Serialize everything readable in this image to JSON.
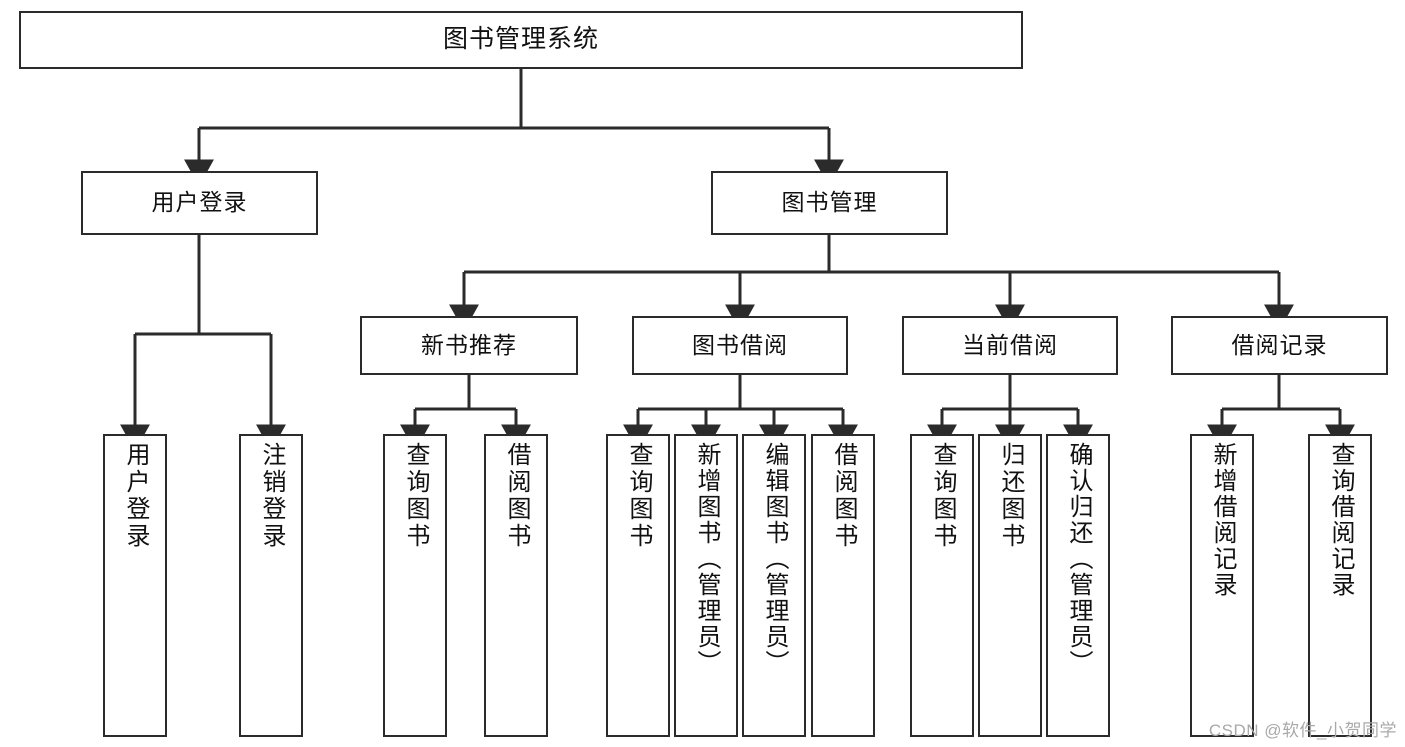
{
  "diagram": {
    "title": "图书管理系统",
    "type": "tree-hierarchy-chart",
    "orientation": "top-down",
    "colors": {
      "border": "#2b2b2b",
      "fill": "#ffffff",
      "text": "#111111",
      "edge": "#2b2b2b",
      "watermark": "#a9a9a9",
      "background": "#ffffff"
    },
    "root": {
      "label": "图书管理系统"
    },
    "level1": [
      {
        "label": "用户登录"
      },
      {
        "label": "图书管理"
      }
    ],
    "level2": [
      {
        "label": "新书推荐",
        "parent": "图书管理"
      },
      {
        "label": "图书借阅",
        "parent": "图书管理"
      },
      {
        "label": "当前借阅",
        "parent": "图书管理"
      },
      {
        "label": "借阅记录",
        "parent": "图书管理"
      }
    ],
    "leaves": {
      "user_login": [
        {
          "label": "用户登录"
        },
        {
          "label": "注销登录"
        }
      ],
      "new_book_recommend": [
        {
          "label": "查询图书"
        },
        {
          "label": "借阅图书"
        }
      ],
      "book_borrow": [
        {
          "label": "查询图书"
        },
        {
          "label": "新增图书（管理员）"
        },
        {
          "label": "编辑图书（管理员）"
        },
        {
          "label": "借阅图书"
        }
      ],
      "current_borrow": [
        {
          "label": "查询图书"
        },
        {
          "label": "归还图书"
        },
        {
          "label": "确认归还（管理员）"
        }
      ],
      "borrow_record": [
        {
          "label": "新增借阅记录"
        },
        {
          "label": "查询借阅记录"
        }
      ]
    }
  },
  "watermark": {
    "text": "CSDN @软件_小贺同学"
  }
}
